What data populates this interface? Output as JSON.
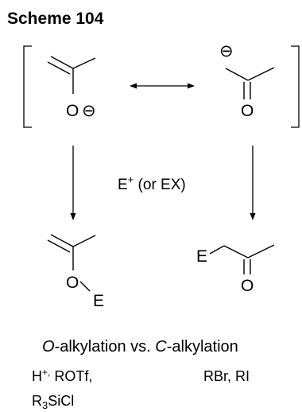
{
  "scheme": {
    "title": "Scheme 104",
    "resonance": {
      "left_atom_O": "O",
      "left_charge": "⊖",
      "right_charge": "⊖",
      "right_atom_O": "O"
    },
    "conditions": {
      "electrophile": "E",
      "electrophile_sup": "+",
      "alternative": " (or EX)"
    },
    "products": {
      "o_product": {
        "atom_O": "O",
        "group_E": "E"
      },
      "c_product": {
        "group_E": "E",
        "atom_O": "O"
      }
    },
    "caption": {
      "o_label_italic": "O",
      "o_label_rest": "-alkylation vs. ",
      "c_label_italic": "C",
      "c_label_rest": "-alkylation"
    },
    "reagents": {
      "o_line1_base": "H",
      "o_line1_sup": "+,",
      "o_line1_rest": " ROTf,",
      "o_line2_base": "R",
      "o_line2_sub": "3",
      "o_line2_rest": "SiCl",
      "c_line1": "RBr, RI"
    }
  }
}
